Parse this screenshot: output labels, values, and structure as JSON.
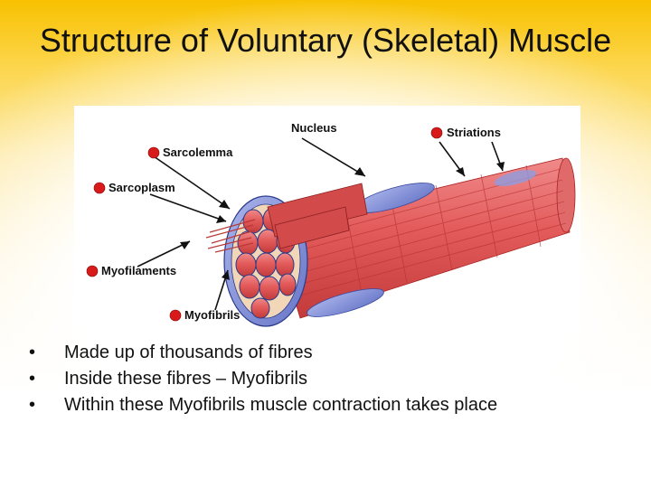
{
  "slide": {
    "title": "Structure of Voluntary (Skeletal) Muscle"
  },
  "figure": {
    "labels": {
      "nucleus": "Nucleus",
      "striations": "Striations",
      "sarcolemma": "Sarcolemma",
      "sarcoplasm": "Sarcoplasm",
      "myofilaments": "Myofilaments",
      "myofibrils": "Myofibrils"
    },
    "colors": {
      "marker": "#d91a1a",
      "fibre": "#e35b5b",
      "membrane": "#7f8fd8",
      "outline": "#2a3a8a"
    }
  },
  "bullets": [
    "Made up of thousands of fibres",
    "Inside these fibres – Myofibrils",
    "Within these Myofibrils muscle contraction takes place"
  ],
  "bullet_glyph": "•"
}
